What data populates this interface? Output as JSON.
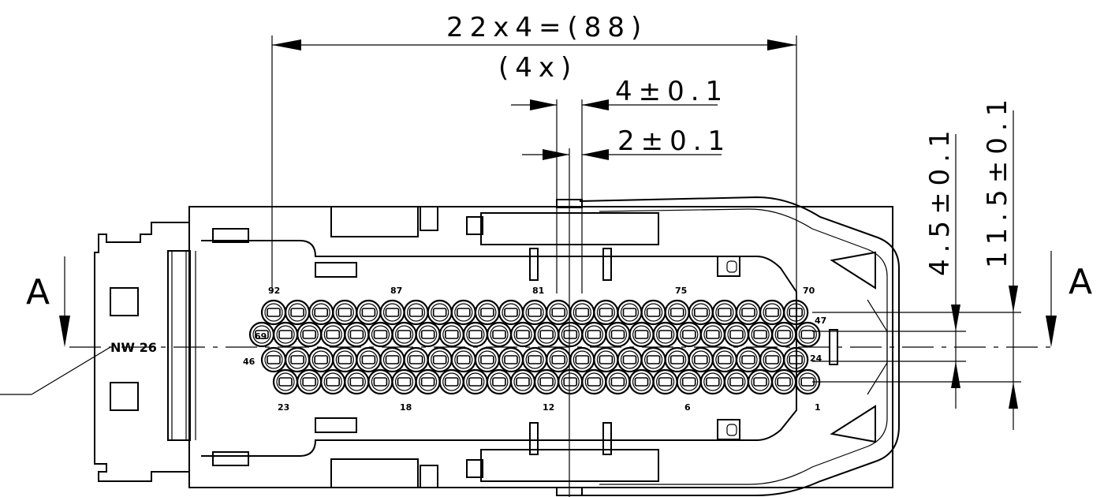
{
  "dimensions": {
    "overall": "22x4=(88)",
    "pitch_count": "(4x)",
    "pitch": "4±0.1",
    "offset": "2±0.1",
    "row_pitch_v": "4.5±0.1",
    "overall_v": "11.5±0.1"
  },
  "section_labels": {
    "left": "A",
    "right": "A"
  },
  "part_marking": "NW 26",
  "pin_labels": {
    "row1_top_left": "92",
    "row1_87": "87",
    "row1_81": "81",
    "row1_75": "75",
    "row1_top_right": "70",
    "row2_left": "69",
    "row2_right": "47",
    "row3_left": "46",
    "row3_right": "24",
    "row4_left": "23",
    "row4_18": "18",
    "row4_12": "12",
    "row4_6": "6",
    "row4_right": "1"
  }
}
